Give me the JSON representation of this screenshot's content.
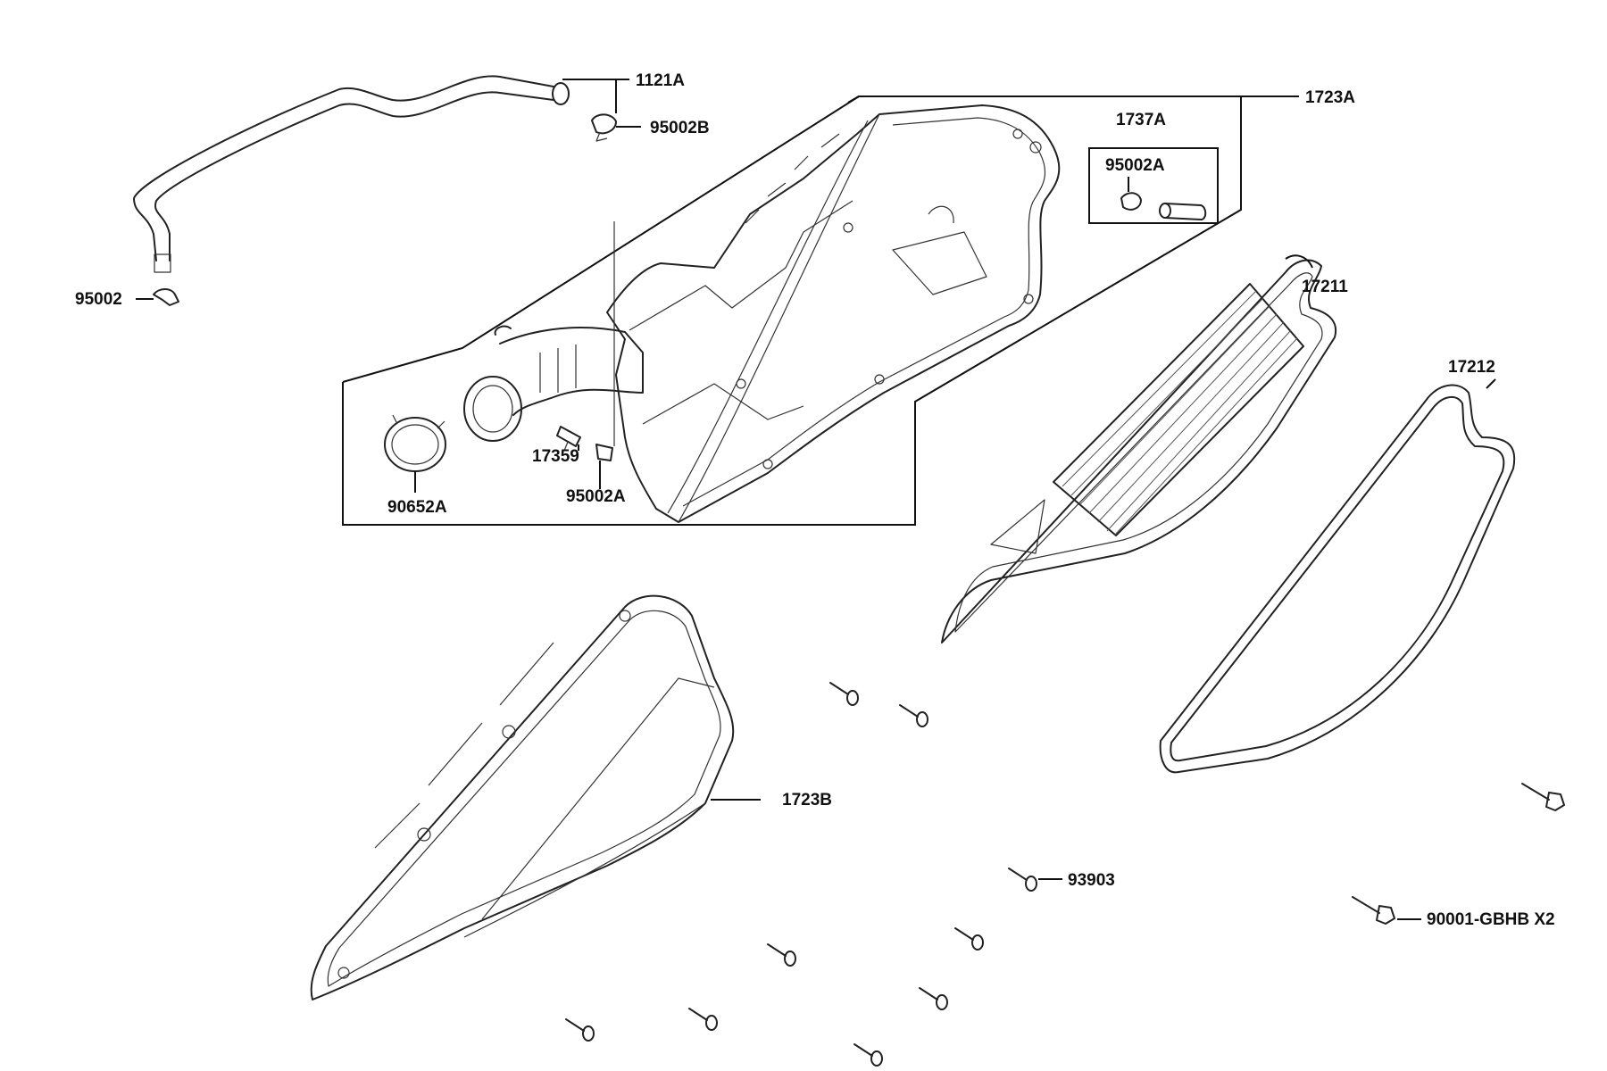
{
  "labels": {
    "hose_assy": "1121A",
    "hose_clip_b": "95002B",
    "air_cleaner_case": "1723A",
    "drain_plug_assy": "1737A",
    "drain_clip_a": "95002A",
    "left_hose_clip": "95002",
    "element": "17211",
    "packing": "17212",
    "band": "90652A",
    "drain_plug": "17359",
    "connector_clip_a": "95002A",
    "cover": "1723B",
    "screw": "93903",
    "bolt": "90001-GBHB X2"
  },
  "colors": {
    "line": "#111111",
    "background": "#ffffff"
  },
  "icons": [
    "breather-hose-icon",
    "hose-clip-icon",
    "air-cleaner-case-icon",
    "drain-plug-icon",
    "filter-element-icon",
    "packing-gasket-icon",
    "connecting-tube-icon",
    "band-icon",
    "cover-icon",
    "screw-icon",
    "bolt-icon"
  ]
}
